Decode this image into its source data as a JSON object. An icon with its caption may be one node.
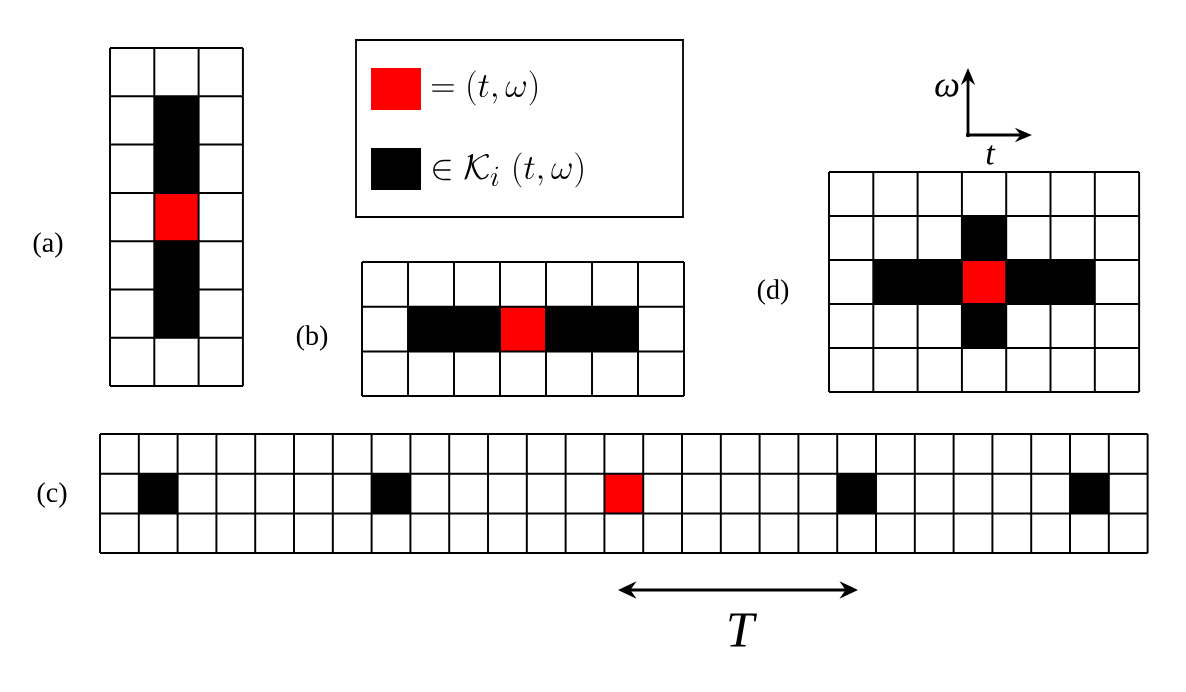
{
  "diagram": {
    "labels": [
      "ω",
      "t",
      "(a)",
      "(d)",
      "(b)",
      "(c)",
      "T"
    ],
    "legend": [
      {
        "text": "= (t,\\omega)",
        "color": "#ff0000"
      },
      {
        "text": "\\in \\mathcal{K}_i\\ (t,\\omega)",
        "color": "#000000"
      }
    ]
  }
}
